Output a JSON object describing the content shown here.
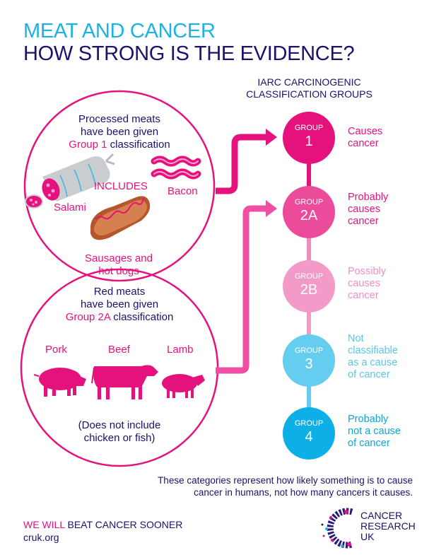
{
  "header": {
    "title_line1": "MEAT AND CANCER",
    "title_line2": "HOW STRONG IS THE EVIDENCE?"
  },
  "classification_heading": {
    "line1": "IARC CARCINOGENIC",
    "line2": "CLASSIFICATION GROUPS"
  },
  "processed_meats": {
    "line1": "Processed meats",
    "line2": "have been given",
    "group_highlight": "Group 1",
    "classification_word": "classification",
    "includes_label": "INCLUDES",
    "items": [
      "Salami",
      "Bacon",
      "Sausages and",
      "hot dogs"
    ]
  },
  "red_meats": {
    "line1": "Red meats",
    "line2": "have been given",
    "group_highlight": "Group 2A",
    "classification_word": "classification",
    "animals": [
      "Pork",
      "Beef",
      "Lamb"
    ],
    "exclusion_line1": "(Does not include",
    "exclusion_line2": "chicken or fish)"
  },
  "groups": [
    {
      "label": "GROUP",
      "number": "1",
      "color": "#e5127e",
      "desc": [
        "Causes",
        "cancer"
      ],
      "desc_color": "#e5127e"
    },
    {
      "label": "GROUP",
      "number": "2A",
      "color": "#ec4a9a",
      "desc": [
        "Probably",
        "causes",
        "cancer"
      ],
      "desc_color": "#e5127e"
    },
    {
      "label": "GROUP",
      "number": "2B",
      "color": "#f39bc8",
      "desc": [
        "Possibly",
        "causes",
        "cancer"
      ],
      "desc_color": "#f18fc2"
    },
    {
      "label": "GROUP",
      "number": "3",
      "color": "#64cdf0",
      "desc": [
        "Not",
        "classifiable",
        "as a cause",
        "of cancer"
      ],
      "desc_color": "#5cc5ea"
    },
    {
      "label": "GROUP",
      "number": "4",
      "color": "#0db0e6",
      "desc": [
        "Probably",
        "not a cause",
        "of cancer"
      ],
      "desc_color": "#0aa6dc"
    }
  ],
  "footnote": {
    "line1": "These categories represent how likely something is to cause",
    "line2": "cancer in humans, not how many cancers it causes."
  },
  "footer": {
    "slogan_highlight": "WE WILL",
    "slogan_rest": " BEAT CANCER SOONER",
    "url": "cruk.org",
    "logo_line1": "CANCER",
    "logo_line2": "RESEARCH",
    "logo_line3": "UK"
  },
  "colors": {
    "navy": "#1f0f6e",
    "cyan": "#1cb3e3",
    "magenta": "#e5127e",
    "pink_arrow": "#ee4fa2"
  }
}
